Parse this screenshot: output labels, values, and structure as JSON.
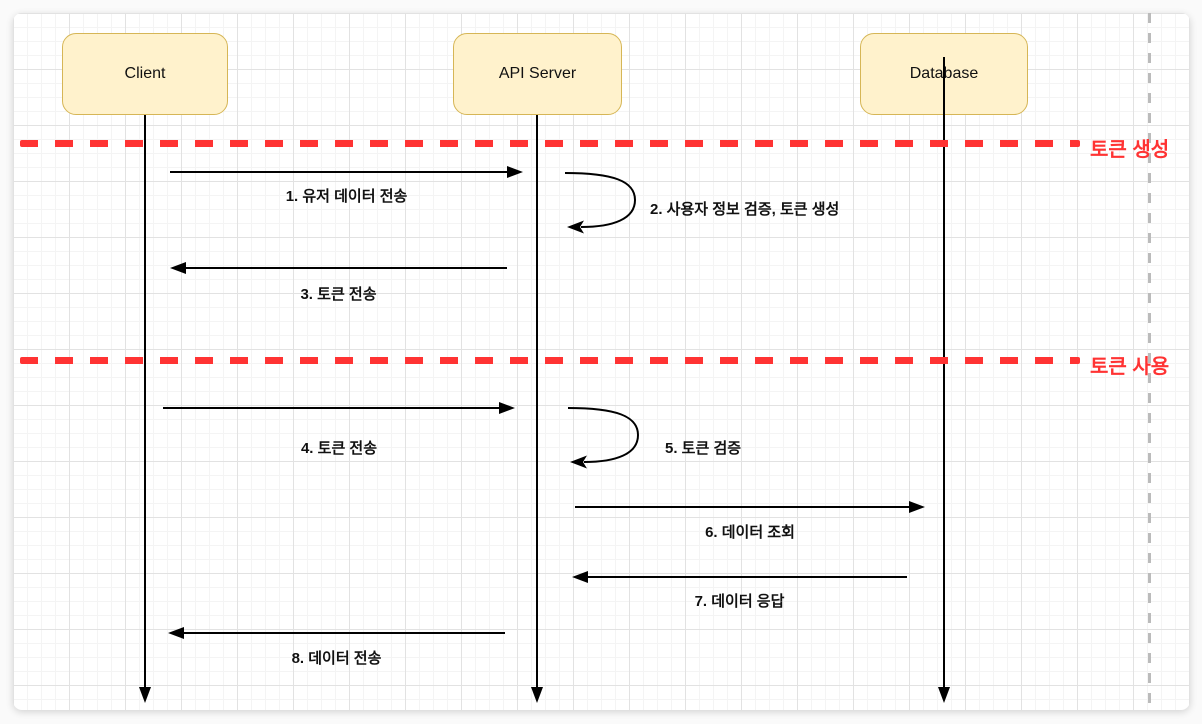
{
  "canvas": {
    "actors": [
      {
        "label": "Client"
      },
      {
        "label": "API Server"
      },
      {
        "label": "Database"
      }
    ],
    "sections": [
      {
        "label": "토큰 생성"
      },
      {
        "label": "토큰 사용"
      }
    ],
    "messages": [
      {
        "label": "1. 유저 데이터 전송",
        "from": "Client",
        "to": "API Server",
        "kind": "arrow-right"
      },
      {
        "label": "2. 사용자 정보 검증, 토큰 생성",
        "from": "API Server",
        "to": "API Server",
        "kind": "self-loop"
      },
      {
        "label": "3. 토큰 전송",
        "from": "API Server",
        "to": "Client",
        "kind": "arrow-left"
      },
      {
        "label": "4. 토큰 전송",
        "from": "Client",
        "to": "API Server",
        "kind": "arrow-right"
      },
      {
        "label": "5. 토큰 검증",
        "from": "API Server",
        "to": "API Server",
        "kind": "self-loop"
      },
      {
        "label": "6. 데이터 조회",
        "from": "API Server",
        "to": "Database",
        "kind": "arrow-right"
      },
      {
        "label": "7. 데이터 응답",
        "from": "Database",
        "to": "API Server",
        "kind": "arrow-left"
      },
      {
        "label": "8. 데이터 전송",
        "from": "API Server",
        "to": "Client",
        "kind": "arrow-left"
      }
    ],
    "colors": {
      "section_red": "#FF3333",
      "actor_fill": "#FFF2CC",
      "actor_border": "#D6B656",
      "line_black": "#000000",
      "guide_gray": "#BBBBBB"
    }
  }
}
